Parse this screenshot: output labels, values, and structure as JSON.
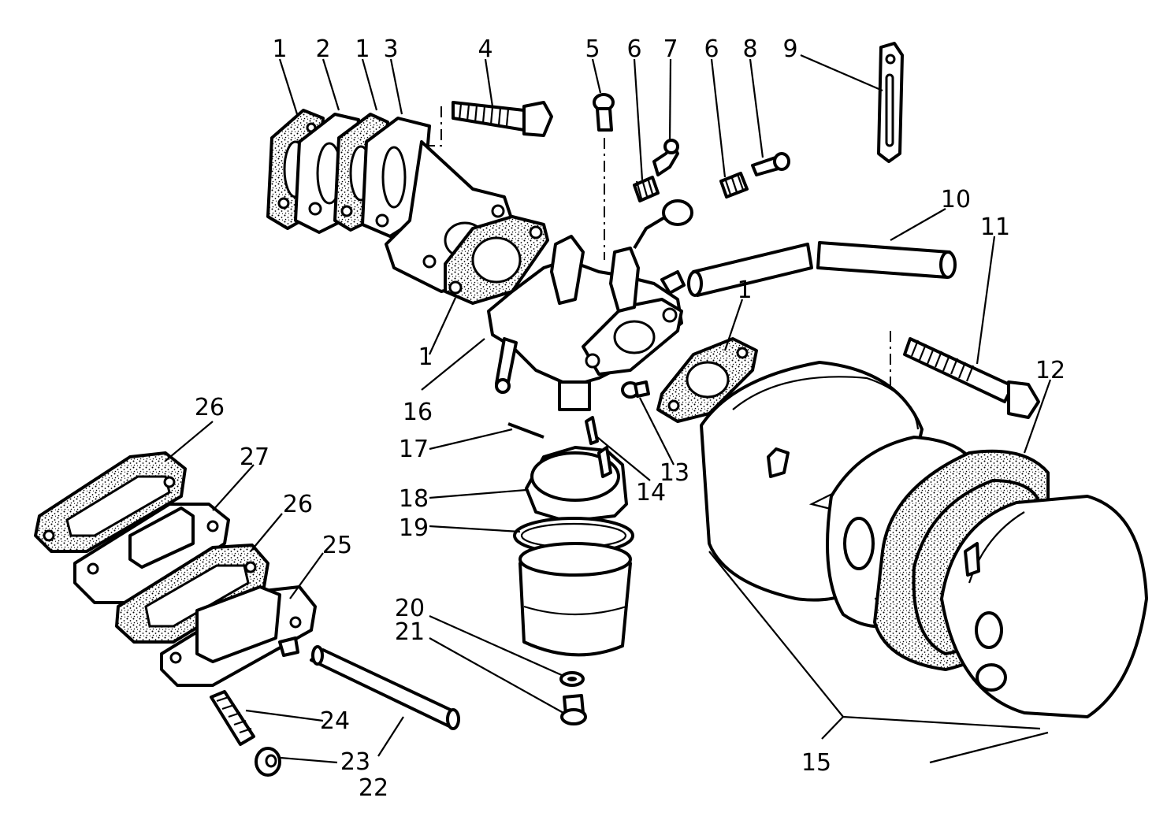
{
  "callouts": [
    "1",
    "2",
    "1",
    "3",
    "4",
    "5",
    "6",
    "7",
    "6",
    "8",
    "9",
    "10",
    "11",
    "12",
    "1",
    "1",
    "16",
    "13",
    "14",
    "17",
    "18",
    "19",
    "20",
    "21",
    "15",
    "26",
    "27",
    "26",
    "25",
    "24",
    "23",
    "22"
  ]
}
